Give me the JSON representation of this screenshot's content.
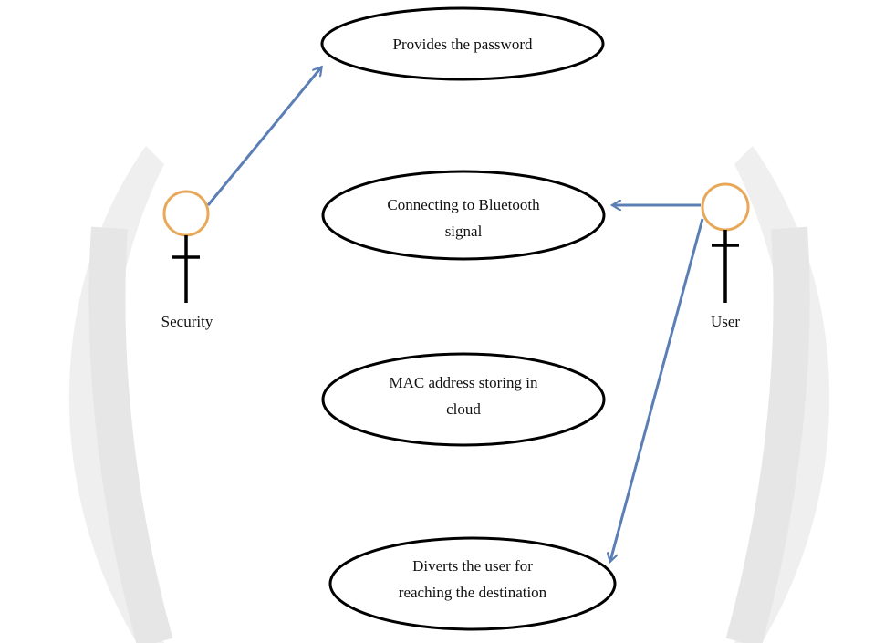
{
  "diagram": {
    "type": "use-case",
    "colors": {
      "actor_head": "#e8a85a",
      "arrow": "#5b7fb5",
      "outline": "#000000",
      "watermark": "#ececec"
    },
    "use_cases": [
      {
        "id": "uc1",
        "lines": [
          "Provides the password"
        ]
      },
      {
        "id": "uc2",
        "lines": [
          "Connecting to Bluetooth",
          "signal"
        ]
      },
      {
        "id": "uc3",
        "lines": [
          "MAC address storing in",
          "cloud"
        ]
      },
      {
        "id": "uc4",
        "lines": [
          "Diverts the user for",
          "reaching the destination"
        ]
      }
    ],
    "actors": [
      {
        "id": "security",
        "label": "Security"
      },
      {
        "id": "user",
        "label": "User"
      }
    ],
    "associations": [
      {
        "from": "security",
        "to": "uc1"
      },
      {
        "from": "user",
        "to": "uc2"
      },
      {
        "from": "user",
        "to": "uc4"
      }
    ]
  }
}
